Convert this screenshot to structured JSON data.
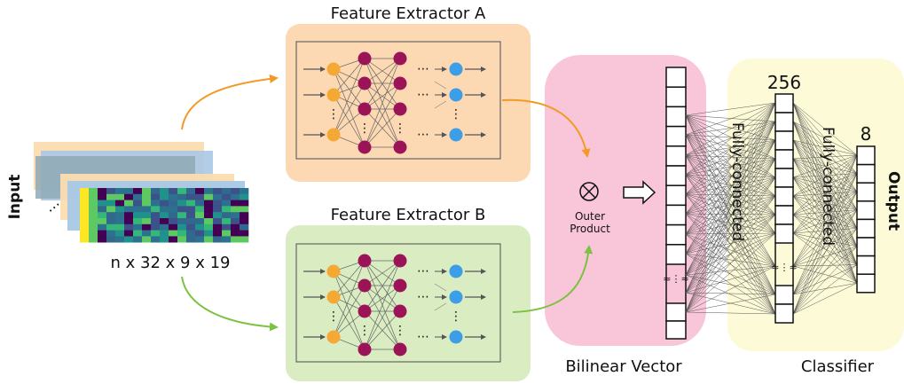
{
  "input": {
    "label": "Input",
    "shape": "n x 32 x 9 x 19"
  },
  "extractor_a": {
    "title": "Feature Extractor A",
    "color": "#fcd9b2"
  },
  "extractor_b": {
    "title": "Feature Extractor B",
    "color": "#d9ecc2"
  },
  "bilinear": {
    "op_line1": "Outer",
    "op_line2": "Product",
    "op_symbol": "⊗",
    "caption": "Bilinear Vector",
    "ellipsis": "≈⋮≈",
    "color": "#f9c6d9"
  },
  "classifier": {
    "caption": "Classifier",
    "color": "#fdfbd7",
    "fc1_label": "Fully-connected",
    "fc2_label": "Fully-connected",
    "hidden_size": "256",
    "output_size": "8",
    "ellipsis": "≈⋮≈"
  },
  "output": {
    "label": "Output"
  },
  "nn": {
    "dots": "⋯",
    "vdots": "⋮"
  },
  "colors": {
    "orange_node": "#f5a833",
    "purple_node": "#9c1458",
    "blue_node": "#3b9ee6",
    "arrow_a": "#f39a26",
    "arrow_b": "#7cc242"
  }
}
